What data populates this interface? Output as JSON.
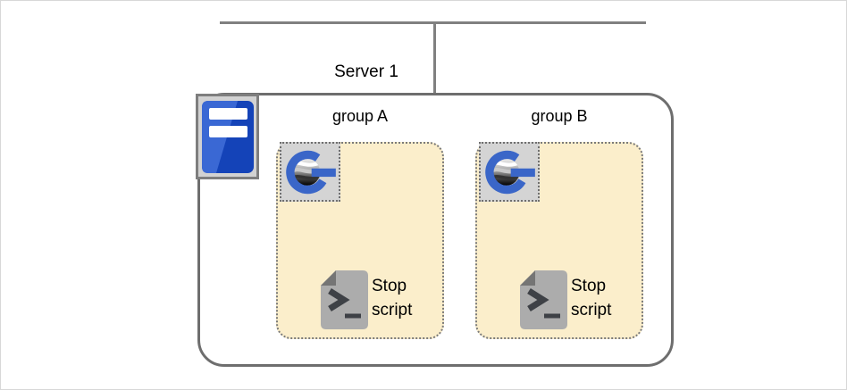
{
  "diagram": {
    "server_label": "Server 1",
    "groups": [
      {
        "label": "group A",
        "script_line1": "Stop",
        "script_line2": "script"
      },
      {
        "label": "group B",
        "script_line1": "Stop",
        "script_line2": "script"
      }
    ]
  },
  "colors": {
    "connector_line": "#808080",
    "server_box_border": "#6e6e6e",
    "group_box_fill": "#fbeecb",
    "group_box_border": "#7a7a7a",
    "icon_tile_fill": "#d4d4d4",
    "logo_blue": "#3a66c8",
    "server_tower_blue": "#1443b8",
    "server_tower_highlight": "#3a68d4",
    "script_doc_gray": "#acacac",
    "script_fold_gray": "#757575",
    "script_glyph_dark": "#3e4146",
    "text_color": "#000000"
  }
}
